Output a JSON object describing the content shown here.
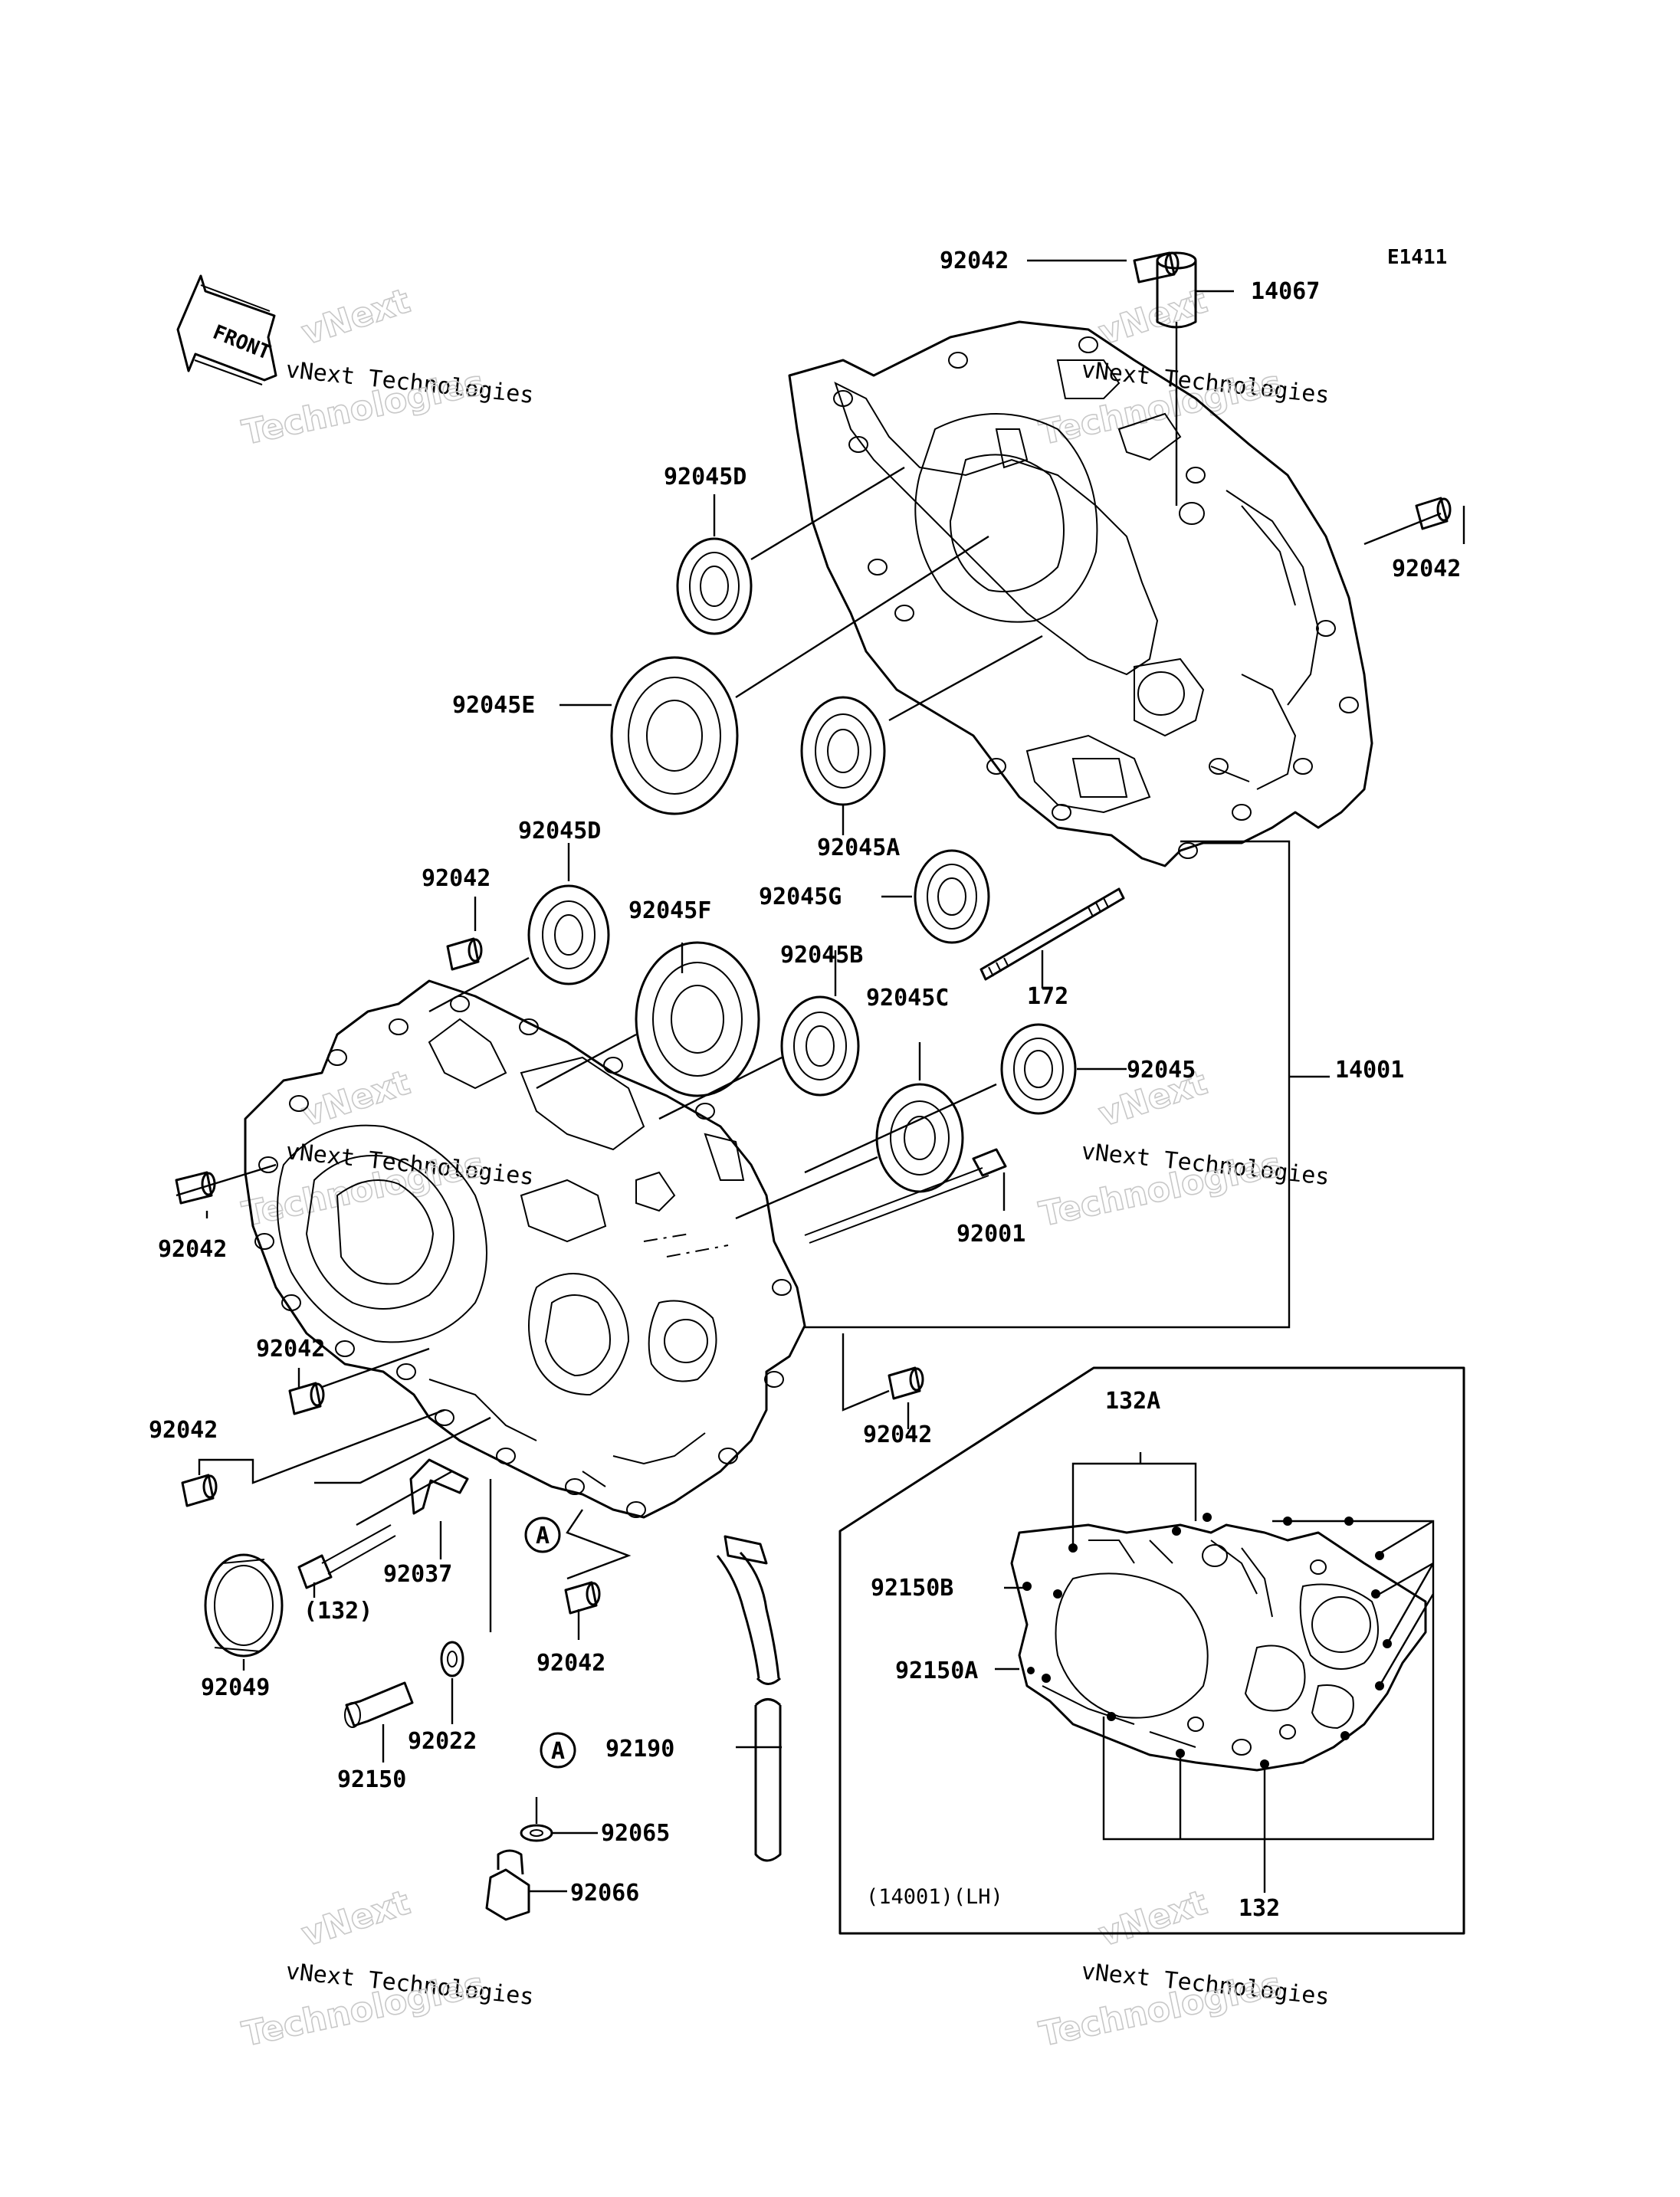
{
  "diagram": {
    "code": "E1411",
    "front_label": "FRONT",
    "inset_label": "(14001)(LH)",
    "watermarks": [
      {
        "line1": "vNext",
        "line2": "vNext Technologies",
        "line3": "Technologies"
      }
    ],
    "callouts": [
      {
        "id": "92042_top",
        "text": "92042"
      },
      {
        "id": "14067",
        "text": "14067"
      },
      {
        "id": "92045D_top",
        "text": "92045D"
      },
      {
        "id": "92042_right",
        "text": "92042"
      },
      {
        "id": "92045E",
        "text": "92045E"
      },
      {
        "id": "92045A",
        "text": "92045A"
      },
      {
        "id": "92045G",
        "text": "92045G"
      },
      {
        "id": "172",
        "text": "172"
      },
      {
        "id": "92045D_mid",
        "text": "92045D"
      },
      {
        "id": "92042_a",
        "text": "92042"
      },
      {
        "id": "92045F",
        "text": "92045F"
      },
      {
        "id": "92045B",
        "text": "92045B"
      },
      {
        "id": "92045C",
        "text": "92045C"
      },
      {
        "id": "92045",
        "text": "92045"
      },
      {
        "id": "14001",
        "text": "14001"
      },
      {
        "id": "92001",
        "text": "92001"
      },
      {
        "id": "92042_b",
        "text": "92042"
      },
      {
        "id": "92042_c",
        "text": "92042"
      },
      {
        "id": "92042_d",
        "text": "92042"
      },
      {
        "id": "92042_e",
        "text": "92042"
      },
      {
        "id": "92037",
        "text": "92037"
      },
      {
        "id": "132_paren",
        "text": "(132)"
      },
      {
        "id": "92049",
        "text": "92049"
      },
      {
        "id": "92042_f",
        "text": "92042"
      },
      {
        "id": "92022",
        "text": "92022"
      },
      {
        "id": "92150",
        "text": "92150"
      },
      {
        "id": "92190",
        "text": "92190"
      },
      {
        "id": "92065",
        "text": "92065"
      },
      {
        "id": "92066",
        "text": "92066"
      },
      {
        "id": "132A",
        "text": "132A"
      },
      {
        "id": "92150B",
        "text": "92150B"
      },
      {
        "id": "92150A",
        "text": "92150A"
      },
      {
        "id": "132",
        "text": "132"
      }
    ],
    "markers": [
      {
        "id": "marker_a1",
        "text": "A"
      },
      {
        "id": "marker_a2",
        "text": "A"
      }
    ]
  }
}
